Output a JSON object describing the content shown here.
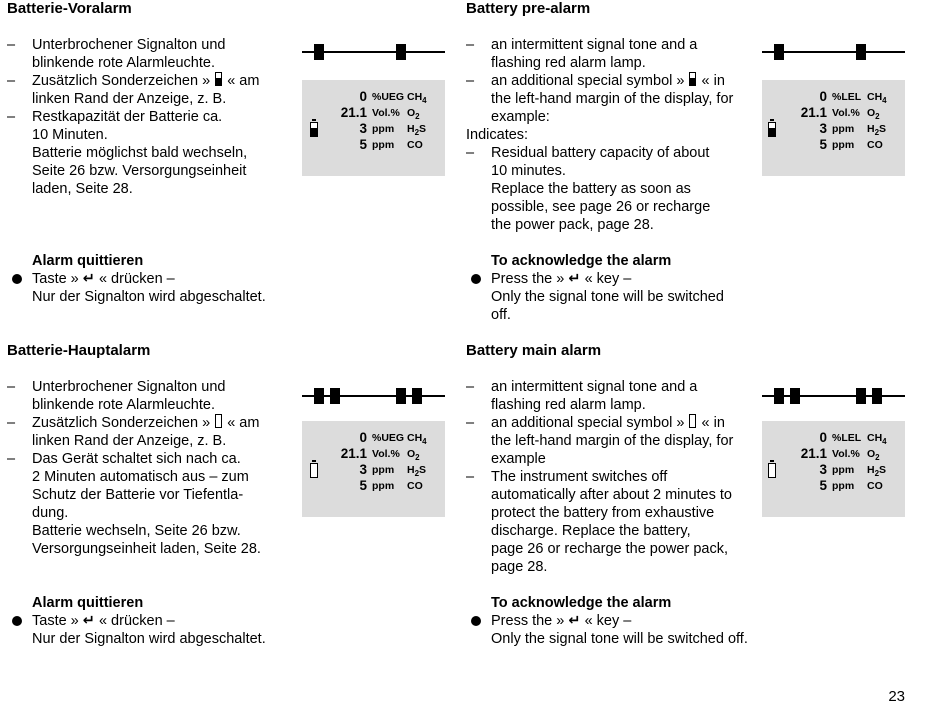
{
  "page_number": "23",
  "sections": [
    {
      "de": {
        "heading": "Batterie-Voralarm",
        "items": [
          [
            "Unterbrochener Signalton und",
            "blinkende rote Alarmleuchte."
          ],
          [
            "Zusätzlich Sonderzeichen »",
            "« am",
            "linken Rand der Anzeige, z. B."
          ],
          [
            "Restkapazität der Batterie ca.",
            "10 Minuten.",
            "Batterie möglichst bald wechseln,",
            "Seite 26 bzw. Versorgungseinheit",
            "laden, Seite 28."
          ]
        ],
        "ack_title": "Alarm quittieren",
        "ack_press_a": "Taste »",
        "ack_press_b": "« drücken –",
        "ack_note": "Nur der Signalton wird abgeschaltet."
      },
      "en": {
        "heading": "Battery pre-alarm",
        "items": [
          [
            "an intermittent signal tone and a",
            "flashing red alarm lamp."
          ],
          [
            "an additional special symbol »",
            "« in",
            "the left-hand margin of the display, for",
            "example:"
          ]
        ],
        "indicates": "Indicates:",
        "items2": [
          [
            "Residual battery capacity of about",
            "10 minutes.",
            "Replace the battery as soon as",
            "possible, see page 26 or recharge",
            "the power pack, page 28."
          ]
        ],
        "ack_title": "To acknowledge the alarm",
        "ack_press_a": "Press the »",
        "ack_press_b": "« key –",
        "ack_note": [
          "Only the signal tone will be switched",
          "off."
        ]
      },
      "display_de": [
        [
          "0",
          "%UEG",
          "CH4"
        ],
        [
          "21.1",
          "Vol.%",
          "O2"
        ],
        [
          "3",
          "ppm",
          "H2S"
        ],
        [
          "5",
          "ppm",
          "CO"
        ]
      ],
      "display_en": [
        [
          "0",
          "%LEL",
          "CH4"
        ],
        [
          "21.1",
          "Vol.%",
          "O2"
        ],
        [
          "3",
          "ppm",
          "H2S"
        ],
        [
          "5",
          "ppm",
          "CO"
        ]
      ],
      "battery_symbol": "battery-low-icon"
    },
    {
      "de": {
        "heading": "Batterie-Hauptalarm",
        "items": [
          [
            "Unterbrochener Signalton und",
            "blinkende rote Alarmleuchte."
          ],
          [
            "Zusätzlich Sonderzeichen »",
            "« am",
            "linken Rand der Anzeige, z. B."
          ],
          [
            "Das Gerät schaltet sich nach ca.",
            "2 Minuten automatisch aus – zum",
            "Schutz der Batterie vor Tiefentla-",
            "dung.",
            "Batterie wechseln, Seite 26 bzw.",
            "Versorgungseinheit laden, Seite 28."
          ]
        ],
        "ack_title": "Alarm quittieren",
        "ack_press_a": "Taste »",
        "ack_press_b": "« drücken –",
        "ack_note": "Nur der Signalton wird abgeschaltet."
      },
      "en": {
        "heading": "Battery main alarm",
        "items": [
          [
            "an intermittent signal tone and a",
            "flashing red alarm lamp."
          ],
          [
            "an additional special symbol »",
            "« in",
            "the left-hand margin of the display, for",
            "example"
          ],
          [
            "The instrument switches off",
            "automatically after about 2 minutes to",
            "protect the battery from exhaustive",
            "discharge. Replace the battery,",
            "page 26 or recharge the power pack,",
            "page 28."
          ]
        ],
        "ack_title": "To acknowledge the alarm",
        "ack_press_a": "Press the »",
        "ack_press_b": "« key –",
        "ack_note": "Only the signal tone will be switched off."
      },
      "battery_symbol": "battery-empty-icon"
    }
  ],
  "dash": "–"
}
